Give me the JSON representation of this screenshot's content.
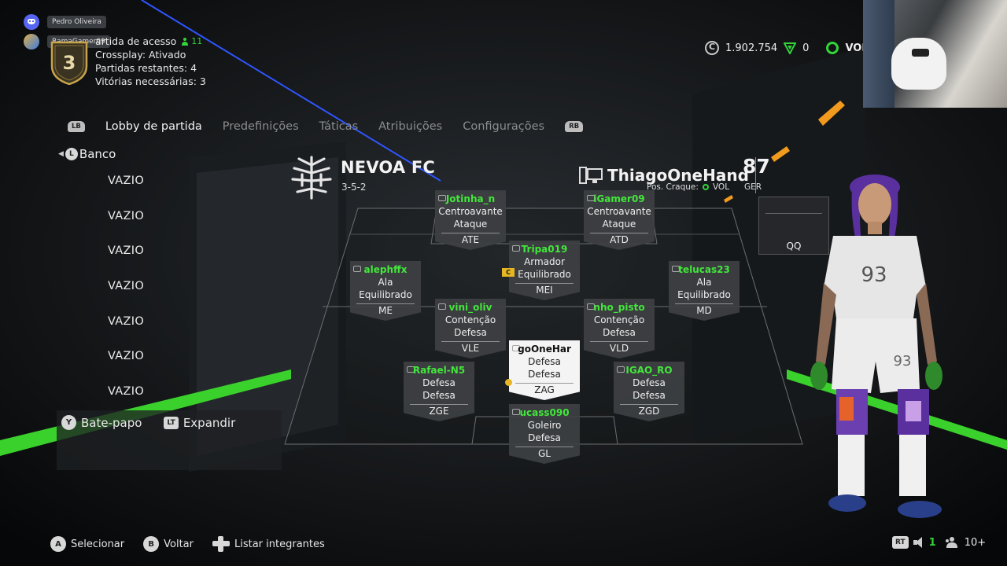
{
  "overlay": {
    "discord_user": "Pedro Oliveira",
    "party_user": "RamaGamer09"
  },
  "rank": {
    "badge_number": "3",
    "match_title": "artida de acesso",
    "online_count": "11",
    "crossplay": "Crossplay: Ativado",
    "remaining": "Partidas restantes: 4",
    "wins_needed": "Vitórias necessárias: 3"
  },
  "currency": {
    "coins": "1.902.754",
    "points": "0",
    "position": "VOL"
  },
  "tabs": {
    "left_bumper": "LB",
    "right_bumper": "RB",
    "items": [
      "Lobby de partida",
      "Predefinições",
      "Táticas",
      "Atribuições",
      "Configurações"
    ]
  },
  "bench": {
    "stick": "L",
    "title": "Banco",
    "slots": [
      "VAZIO",
      "VAZIO",
      "VAZIO",
      "VAZIO",
      "VAZIO",
      "VAZIO",
      "VAZIO"
    ]
  },
  "chat": {
    "chat_button": "Y",
    "chat_label": "Bate-papo",
    "expand_button": "LT",
    "expand_label": "Expandir"
  },
  "club": {
    "name": "NEVOA FC",
    "formation": "3-5-2"
  },
  "player": {
    "name": "ThiagoOneHand",
    "craque_label": "Pos. Craque:",
    "craque_position": "VOL",
    "overall": "87",
    "overall_position": "GER",
    "card_label": "QQ",
    "shirt_number": "93"
  },
  "lineup": [
    {
      "name": "Jotinha_n",
      "role": "Centroavante",
      "style": "Ataque",
      "pos": "ATE"
    },
    {
      "name": "iGamer09",
      "role": "Centroavante",
      "style": "Ataque",
      "pos": "ATD"
    },
    {
      "name": "Tripa019",
      "role": "Armador",
      "style": "Equilibrado",
      "pos": "MEI",
      "badge": "C"
    },
    {
      "name": "alephffx",
      "role": "Ala",
      "style": "Equilibrado",
      "pos": "ME"
    },
    {
      "name": "telucas23",
      "role": "Ala",
      "style": "Equilibrado",
      "pos": "MD"
    },
    {
      "name": "vini_oliv",
      "role": "Contenção",
      "style": "Defesa",
      "pos": "VLE"
    },
    {
      "name": "nho_pisto",
      "role": "Contenção",
      "style": "Defesa",
      "pos": "VLD"
    },
    {
      "name": "goOneHar",
      "role": "Defesa",
      "style": "Defesa",
      "pos": "ZAG",
      "selected": true
    },
    {
      "name": "Rafael-N5",
      "role": "Defesa",
      "style": "Defesa",
      "pos": "ZGE"
    },
    {
      "name": "IGAO_RO",
      "role": "Defesa",
      "style": "Defesa",
      "pos": "ZGD"
    },
    {
      "name": "ucass090",
      "role": "Goleiro",
      "style": "Defesa",
      "pos": "GL"
    }
  ],
  "hints": {
    "select_button": "A",
    "select_label": "Selecionar",
    "back_button": "B",
    "back_label": "Voltar",
    "list_label": "Listar integrantes"
  },
  "status": {
    "rt_button": "RT",
    "muted_count": "1",
    "players_count": "10+"
  },
  "colors": {
    "accent_green": "#43e63b",
    "online_green": "#33d33a",
    "captain_yellow": "#e5b524",
    "discord_blue": "#5865f2"
  }
}
